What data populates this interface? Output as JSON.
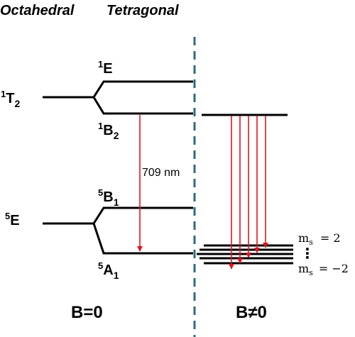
{
  "headers": {
    "left": "Octahedral",
    "right": "Tetragonal"
  },
  "levels": {
    "T2": {
      "sup": "1",
      "base": "T",
      "sub": "2"
    },
    "E_upper": {
      "sup": "1",
      "base": "E"
    },
    "B2": {
      "sup": "1",
      "base": "B",
      "sub": "2"
    },
    "E_lower": {
      "sup": "5",
      "base": "E"
    },
    "B1": {
      "sup": "5",
      "base": "B",
      "sub": "1"
    },
    "A1": {
      "sup": "5",
      "base": "A",
      "sub": "1"
    }
  },
  "transition": {
    "label": "709 nm"
  },
  "ms": {
    "top_sym": "m",
    "top_sub": "s",
    "top_eq": "= 2",
    "bot_sym": "m",
    "bot_sub": "s",
    "bot_eq": "= −2",
    "dots": "⋮"
  },
  "field_labels": {
    "zero": "B=0",
    "nonzero": "B≠0"
  },
  "colors": {
    "levels": "#000000",
    "arrows": "#e0141e",
    "divider": "#2e6b7c"
  }
}
